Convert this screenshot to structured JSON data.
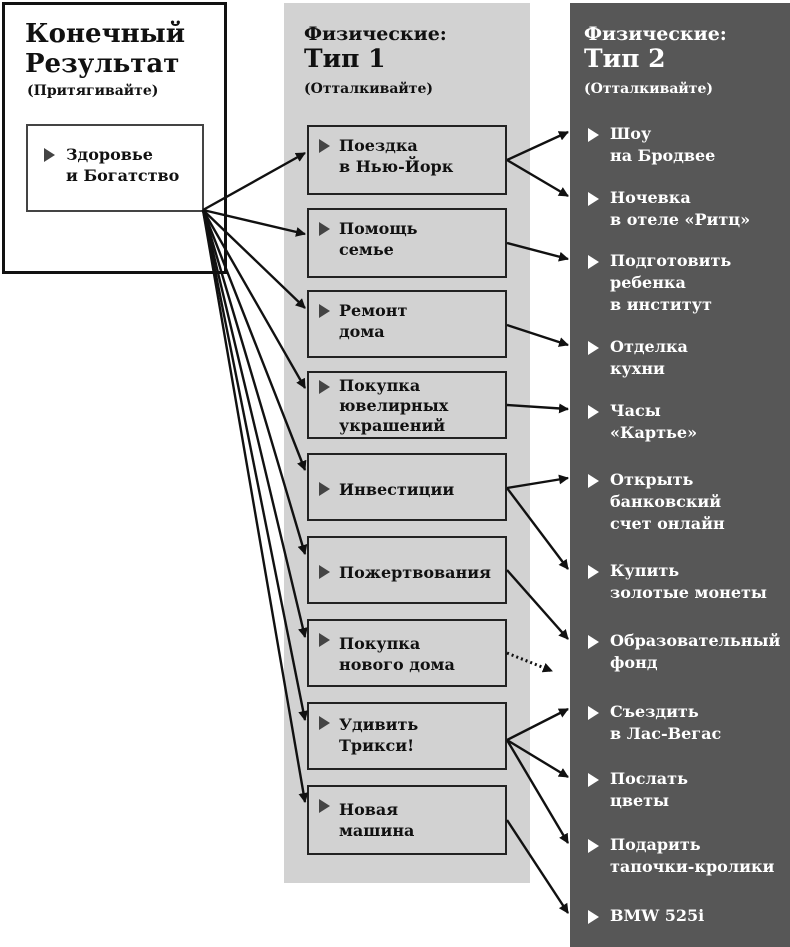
{
  "result": {
    "title": "Конечный\nРезультат",
    "subtitle": "(Притягивайте)",
    "item": "Здоровье\nи Богатство"
  },
  "type1": {
    "title": "Физические:",
    "number": "Тип 1",
    "subtitle": "(Отталкивайте)",
    "items": [
      "Поездка\nв Нью-Йорк",
      "Помощь\nсемье",
      "Ремонт\nдома",
      "Покупка\nювелирных\nукрашений",
      "Инвестиции",
      "Пожертвования",
      "Покупка\nнового дома",
      "Удивить\nТрикси!",
      "Новая\nмашина"
    ]
  },
  "type2": {
    "title": "Физические:",
    "number": "Тип 2",
    "subtitle": "(Отталкивайте)",
    "items": [
      "Шоу\nна Бродвее",
      "Ночевка\nв отеле «Ритц»",
      "Подготовить\nребенка\nв институт",
      "Отделка\nкухни",
      "Часы\n«Картье»",
      "Открыть\nбанковский\nсчет онлайн",
      "Купить\nзолотые монеты",
      "Образовательный\nфонд",
      "Съездить\nв Лас-Вегас",
      "Послать\nцветы",
      "Подарить\nтапочки-кролики",
      "BMW 525i"
    ]
  },
  "colors": {
    "type1_bg": "#d2d2d2",
    "type2_bg": "#575757",
    "line": "#111111"
  }
}
